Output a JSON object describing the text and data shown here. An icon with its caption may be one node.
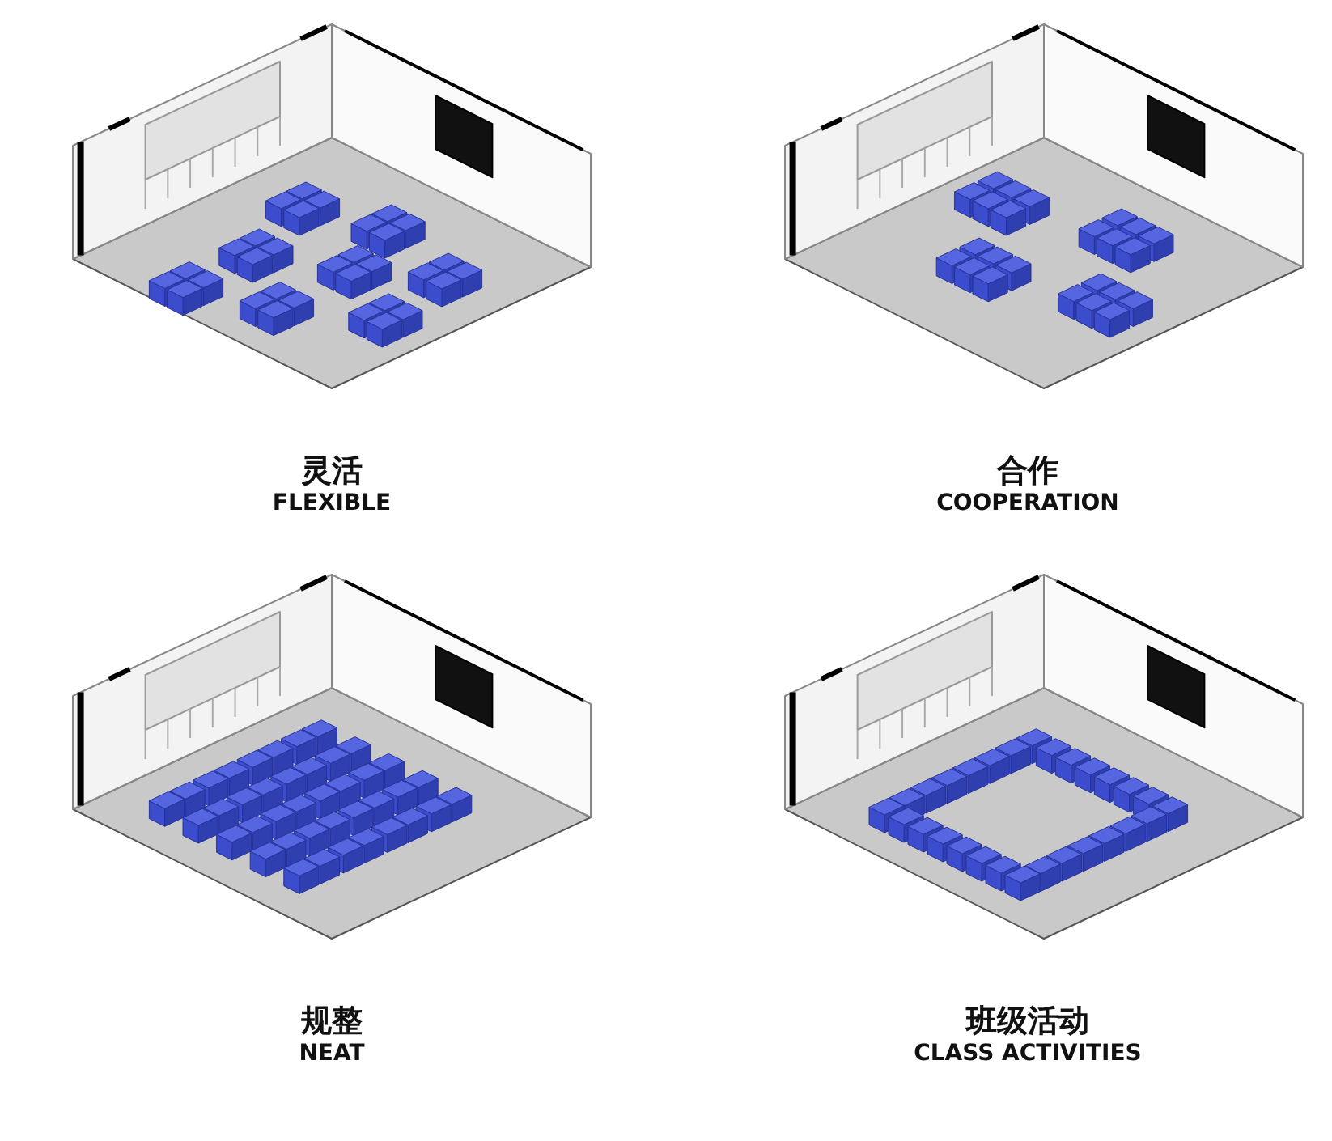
{
  "diagram": {
    "labels": [
      "灵活",
      "FLEXIBLE",
      "合作",
      "COOPERATION",
      "规整",
      "NEAT",
      "班级活动",
      "CLASS ACTIVITIES"
    ]
  }
}
